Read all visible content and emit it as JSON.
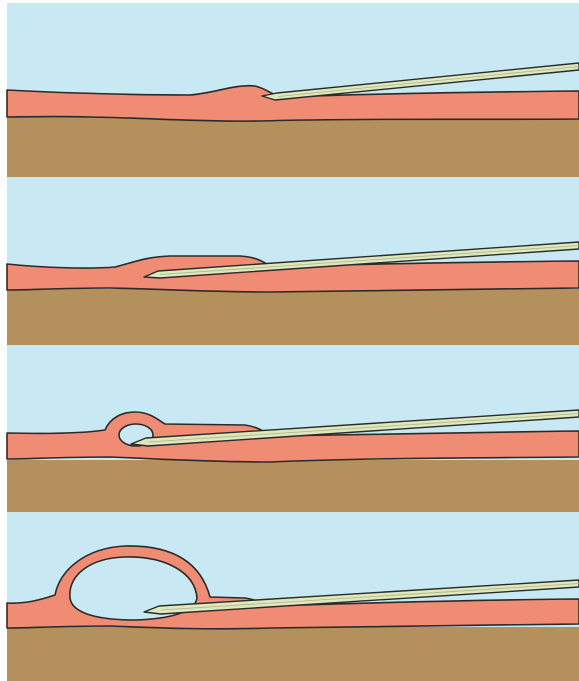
{
  "figure": {
    "panels": [
      {
        "stage": "needle-tip-entering-tissue",
        "bleb": "none"
      },
      {
        "stage": "needle-advanced-in-layer",
        "bleb": "none"
      },
      {
        "stage": "small-bleb-forming",
        "bleb": "small"
      },
      {
        "stage": "large-bleb-formed",
        "bleb": "large"
      }
    ],
    "colors": {
      "background": "#c8e8f3",
      "tissue_layer": "#ef8c73",
      "base_layer": "#b3905c",
      "needle": "#dfe7bd",
      "outline": "#2b2b2b"
    }
  }
}
